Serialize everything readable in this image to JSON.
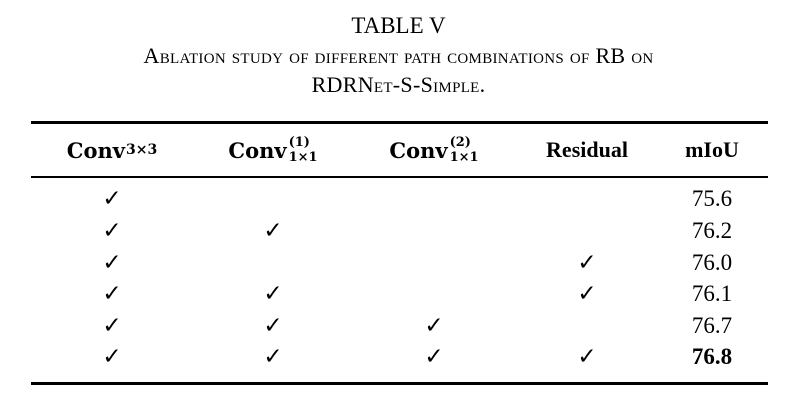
{
  "table": {
    "label": "TABLE V",
    "caption_line1": "Ablation study of different path combinations of RB on",
    "caption_line2": "RDRNet-S-Simple.",
    "headers": {
      "conv3": {
        "base": "Conv",
        "sub": "3×3"
      },
      "conv1a": {
        "base": "Conv",
        "sup": "(1)",
        "sub": "1×1"
      },
      "conv1b": {
        "base": "Conv",
        "sup": "(2)",
        "sub": "1×1"
      },
      "residual": "Residual",
      "miou": "mIoU"
    },
    "check_glyph": "✓",
    "rows": [
      {
        "conv3": "✓",
        "conv1a": "",
        "conv1b": "",
        "residual": "",
        "miou": "75.6"
      },
      {
        "conv3": "✓",
        "conv1a": "✓",
        "conv1b": "",
        "residual": "",
        "miou": "76.2"
      },
      {
        "conv3": "✓",
        "conv1a": "",
        "conv1b": "",
        "residual": "✓",
        "miou": "76.0"
      },
      {
        "conv3": "✓",
        "conv1a": "✓",
        "conv1b": "",
        "residual": "✓",
        "miou": "76.1"
      },
      {
        "conv3": "✓",
        "conv1a": "✓",
        "conv1b": "✓",
        "residual": "",
        "miou": "76.7"
      },
      {
        "conv3": "✓",
        "conv1a": "✓",
        "conv1b": "✓",
        "residual": "✓",
        "miou": "76.8",
        "best": true
      }
    ]
  }
}
